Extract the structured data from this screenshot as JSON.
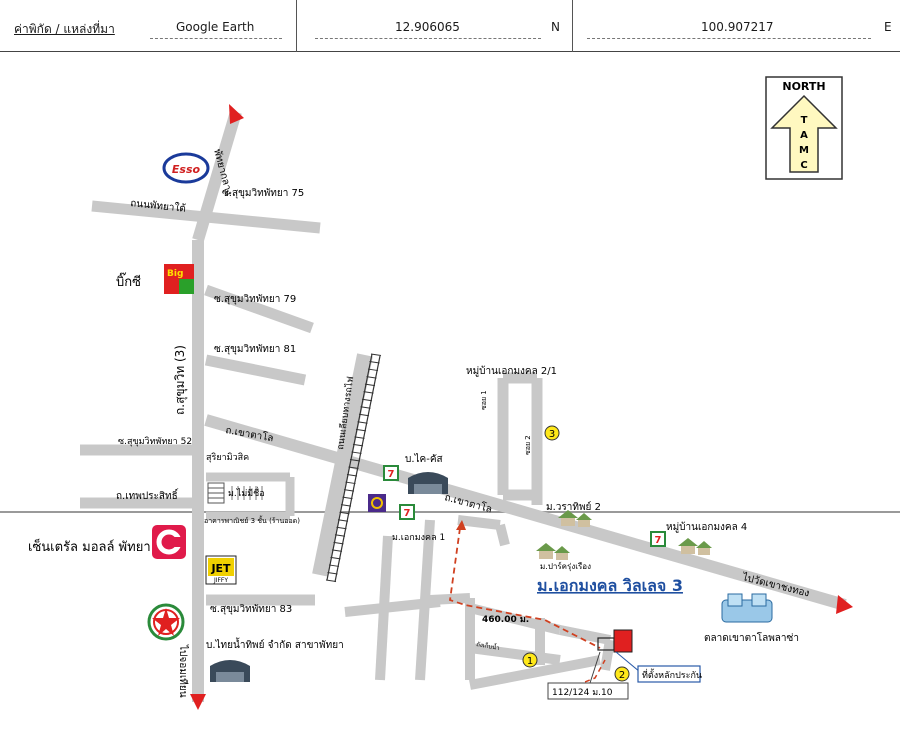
{
  "header": {
    "coord_label": "ค่าพิกัด / แหล่งที่มา",
    "source": "Google Earth",
    "lat": "12.906065",
    "lat_dir": "N",
    "lon": "100.907217",
    "lon_dir": "E"
  },
  "compass": {
    "title": "NORTH",
    "letters": [
      "T",
      "A",
      "M",
      "C"
    ]
  },
  "roads": {
    "pattaya_klang": "พัทยากลาง",
    "pattaya_tai": "ถนนพัทยาใต้",
    "soi75": "ซ.สุขุมวิทพัทยา 75",
    "soi79": "ซ.สุขุมวิทพัทยา 79",
    "soi81": "ซ.สุขุมวิทพัทยา 81",
    "sukhumvit": "ถ.สุขุมวิท (3)",
    "soi52": "ซ.สุขุมวิทพัทยา 52",
    "khao_talo_1": "ถ.เขาตาโล",
    "thep_prasit": "ถ.เทพประสิทธิ์",
    "rail": "ถนนเลียบทางรถไฟ",
    "khao_talo_2": "ถ.เขาตาโล",
    "soi83": "ซ.สุขุมวิทพัทยา 83",
    "to_chomtien": "ไปจอมเทียน",
    "to_wat": "ไปวัดเขาชงทอง",
    "soi1": "ซอย 1",
    "soi2": "ซอย 2",
    "water_tank": "ถังเก็บน้ำ"
  },
  "places": {
    "esso": "Esso",
    "bigc_logo": "Big",
    "bigc": "บิ๊กซี",
    "suriya": "สุริยามิวสิค",
    "mai_mi_chue": "ม.ไม่มีชื่อ",
    "building3": "อาคารพาณิชย์ 3 ชั้น (ร้านออด)",
    "central": "เซ็นเตรัล มอลล์ พัทยา",
    "jet": "JET",
    "jiffy": "JIFFY",
    "thai_water": "บ.ไทยน้ำทิพย์ จำกัด สาขาพัทยา",
    "ekmongkol1": "ม.เอกมงคล 1",
    "daikath": "บ.ไค-คัส",
    "ekmongkol21": "หมู่บ้านเอกมงคล 2/1",
    "warathip2": "ม.วราทิพย์ 2",
    "park_krung_rueang": "ม.ปาร์ครุ่งเรือง",
    "ekmongkol4": "หมู่บ้านเอกมงคล 4",
    "target": "ม.เอกมงคล วิลเลจ 3",
    "market": "ตลาดเขาตาโลพลาซ่า",
    "distance": "460.00 ม.",
    "plot_label": "ที่ตั้งหลักประกัน",
    "address": "112/124 ม.10",
    "seven": "7"
  },
  "markers": [
    "1",
    "2",
    "3"
  ],
  "colors": {
    "road": "#c8c8c8",
    "arrow": "#e02020",
    "route": "#d04020",
    "target_text": "#1f4fa0",
    "marker_fill": "#ffe81a",
    "plot_fill": "#e02020",
    "compass_fill": "#fff8c0"
  }
}
